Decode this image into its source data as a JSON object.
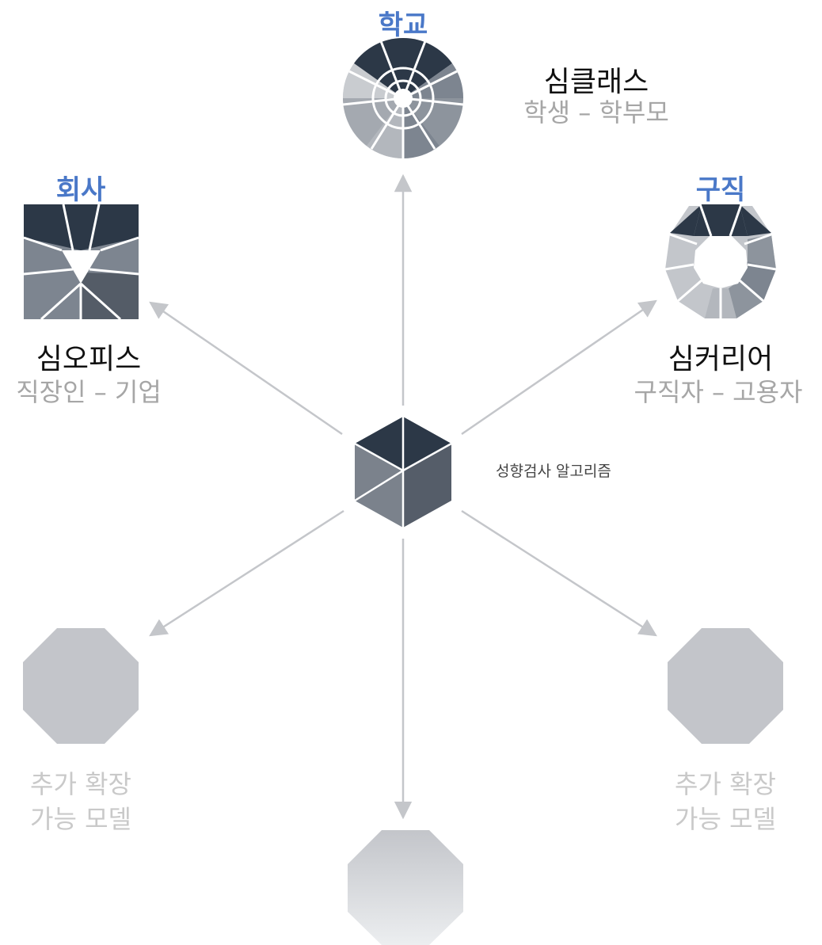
{
  "center": {
    "label": "성향검사 알고리즘"
  },
  "nodes": {
    "school": {
      "category": "학교",
      "product": "심클래스",
      "users": "학생 – 학부모"
    },
    "company": {
      "category": "회사",
      "product": "심오피스",
      "users": "직장인 – 기업"
    },
    "job": {
      "category": "구직",
      "product": "심커리어",
      "users": "구직자 – 고용자"
    }
  },
  "expansion": {
    "left": {
      "line1": "추가 확장",
      "line2": "가능 모델"
    },
    "right": {
      "line1": "추가 확장",
      "line2": "가능 모델"
    }
  },
  "colors": {
    "category_text": "#4a78c8",
    "dark": "#2c3847",
    "mid": "#7d8590",
    "light": "#c3c6cb",
    "arrow": "#c4c6ca",
    "placeholder": "#c3c5ca"
  }
}
